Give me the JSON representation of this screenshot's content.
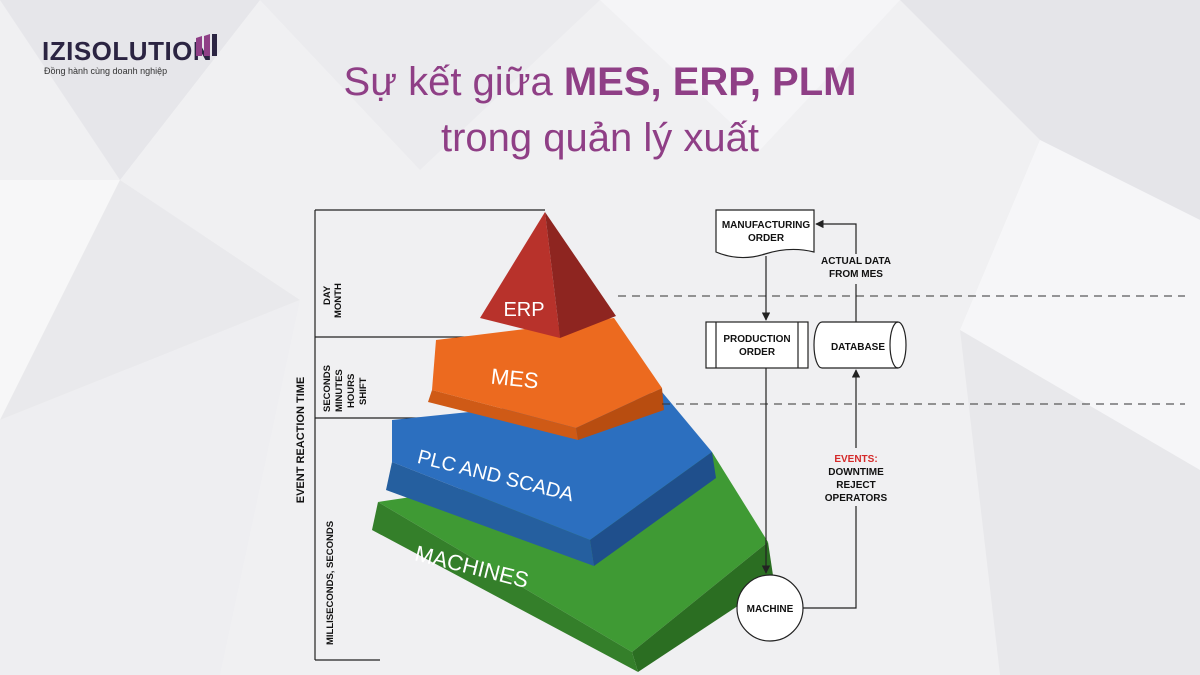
{
  "brand": {
    "logo_prefix": "IZI",
    "logo_rest": "SOLUTION",
    "tagline": "Đồng hành cùng doanh nghiệp"
  },
  "title": {
    "line1_pre": "Sự kết giữa ",
    "line1_bold": "MES, ERP, PLM",
    "line2": "trong quản lý xuất"
  },
  "pyramid": {
    "layers": [
      "ERP",
      "MES",
      "PLC AND SCADA",
      "MACHINES"
    ],
    "colors": [
      "#b8322b",
      "#ec6a1f",
      "#2c6fbf",
      "#3f9a34"
    ]
  },
  "time_axis": {
    "label": "EVENT REACTION TIME",
    "top_line1": "DAY",
    "top_line2": "MONTH",
    "mid_line1": "SECONDS",
    "mid_line2": "MINUTES",
    "mid_line3": "HOURS",
    "mid_line4": "SHIFT",
    "bottom": "MILLISECONDS, SECONDS"
  },
  "flow": {
    "mo_line1": "MANUFACTURING",
    "mo_line2": "ORDER",
    "actual_line1": "ACTUAL DATA",
    "actual_line2": "FROM MES",
    "po_line1": "PRODUCTION",
    "po_line2": "ORDER",
    "database": "DATABASE",
    "events_title": "EVENTS:",
    "events_line1": "DOWNTIME",
    "events_line2": "REJECT",
    "events_line3": "OPERATORS",
    "machine": "MACHINE",
    "events_color": "#d42a2a"
  }
}
